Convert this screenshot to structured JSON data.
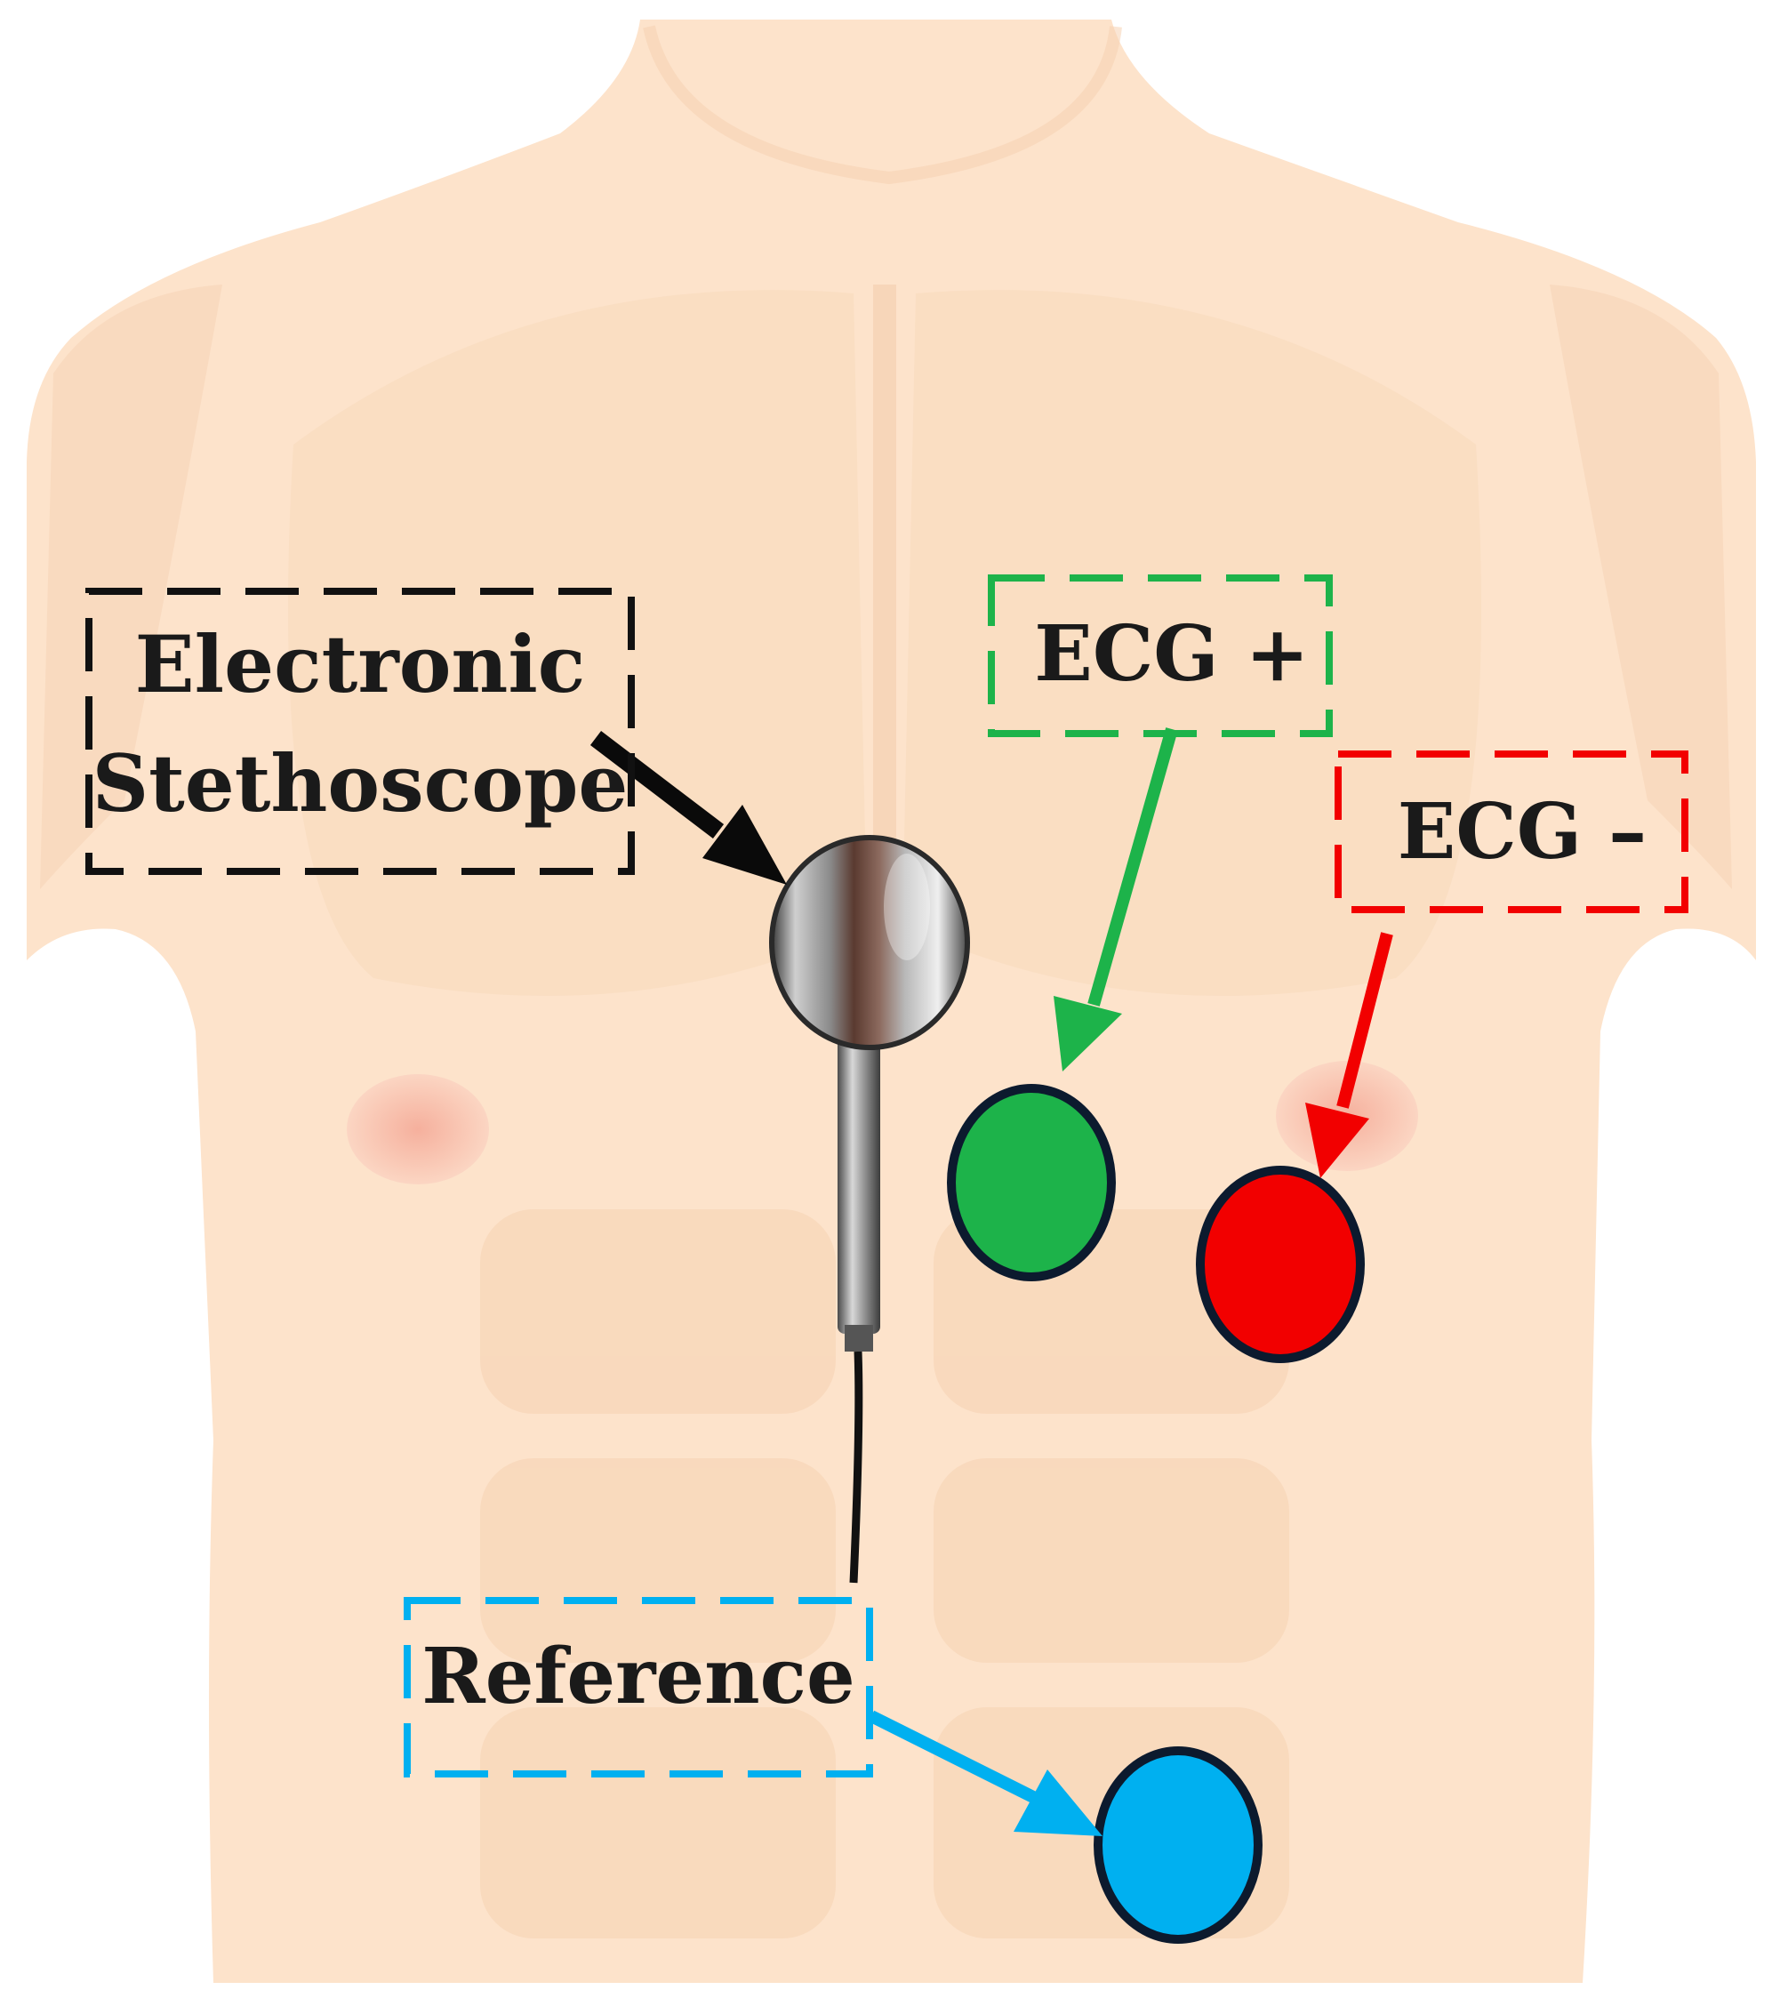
{
  "labels": {
    "stethoscope_line1": "Electronic",
    "stethoscope_line2": "Stethoscope",
    "ecg_plus": "ECG +",
    "ecg_minus": "ECG –",
    "reference": "Reference"
  },
  "colors": {
    "skin": "#fde3cb",
    "skin_shade": "#f6d2b3",
    "nipple": "#f7b6a4",
    "stethoscope_box": "#111111",
    "ecg_plus": "#1db34a",
    "ecg_minus": "#f20000",
    "reference": "#00b0f0",
    "electrode_outline": "#0c1a2e"
  },
  "icons": {
    "stethoscope": "stethoscope-chestpiece-icon",
    "electrode": "electrode-pad-icon"
  }
}
